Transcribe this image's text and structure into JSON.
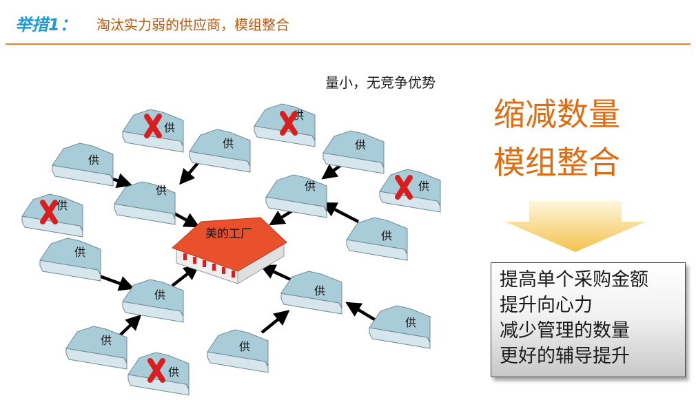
{
  "header": {
    "prefix": "举措1：",
    "title": "淘汰实力弱的供应商，模组整合"
  },
  "diagram": {
    "note": "量小，无竞争优势",
    "supplier_label": "供",
    "factory_label": "美的工厂",
    "colors": {
      "roof": "#a9ccd9",
      "wall": "#d6e6ec",
      "factory_roof": "#e8512c",
      "cross": "#d81e1e",
      "arrow": "#000000"
    }
  },
  "right_panel": {
    "line1": "缩减数量",
    "line2": "模组整合",
    "arrow_icon": "down-arrow-icon",
    "benefits": [
      "提高单个采购金额",
      "提升向心力",
      "减少管理的数量",
      "更好的辅导提升"
    ]
  }
}
